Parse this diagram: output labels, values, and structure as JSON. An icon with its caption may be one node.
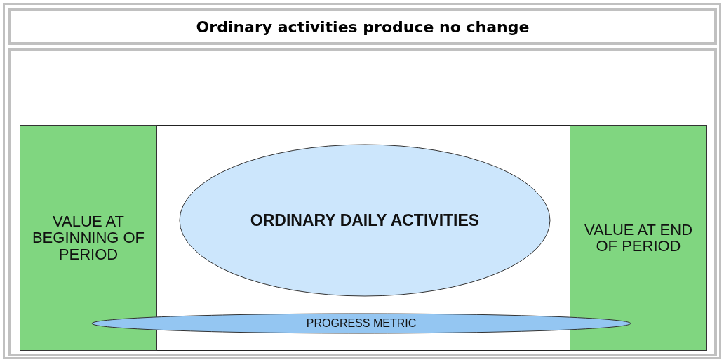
{
  "diagram": {
    "title": "Ordinary activities produce no change",
    "nodes": [
      {
        "text": [
          "VALUE AT BEGINNING OF PERIOD"
        ]
      },
      {
        "text": [
          "ORDINARY DAILY ACTIVITIES"
        ]
      },
      {
        "text": [
          "VALUE AT END OF PERIOD"
        ]
      },
      {
        "text": [
          "PROGRESS METRIC"
        ]
      }
    ]
  }
}
